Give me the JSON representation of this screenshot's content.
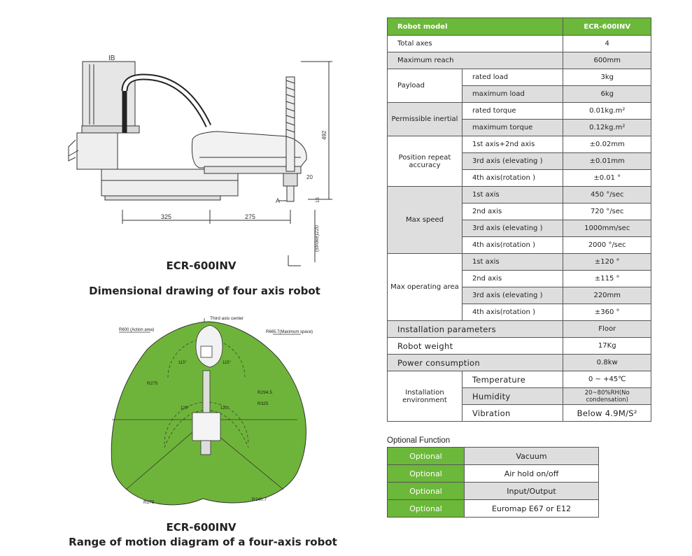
{
  "drawing": {
    "label_ib": "IB",
    "label_a": "A",
    "dim_325": "325",
    "dim_275": "275",
    "dim_492": "492",
    "dim_20": "20",
    "dim_stroke": "(stroke)220",
    "dim_small": "15"
  },
  "top_caption": {
    "model": "ECR-600INV",
    "title": "Dimensional drawing of four axis robot"
  },
  "motion": {
    "third_axis_center": "Third axis center",
    "r600": "R600 (Action area)",
    "r665": "R665.7(Maximum space)",
    "r275_a": "R275",
    "r294": "R294.5",
    "r325": "R325",
    "r275_b": "R275",
    "r240": "R240.7",
    "ang1": "115°",
    "ang2": "115°",
    "ang3": "120°",
    "ang4": "120°"
  },
  "bottom_caption": {
    "model": "ECR-600INV",
    "title": "Range of motion diagram of a four-axis robot"
  },
  "spec": {
    "header": {
      "label": "Robot model",
      "value": "ECR-600INV"
    },
    "total_axes": {
      "label": "Total axes",
      "value": "4"
    },
    "max_reach": {
      "label": "Maximum reach",
      "value": "600mm"
    },
    "payload": {
      "label": "Payload",
      "rated_label": "rated load",
      "rated_value": "3kg",
      "max_label": "maximum load",
      "max_value": "6kg"
    },
    "inertia": {
      "label": "Permissible inertial",
      "rated_label": "rated torque",
      "rated_value": "0.01kg.m²",
      "max_label": "maximum torque",
      "max_value": "0.12kg.m²"
    },
    "repeat": {
      "label": "Position repeat accuracy",
      "r1_label": "1st axis+2nd axis",
      "r1_value": "±0.02mm",
      "r2_label": "3rd axis (elevating )",
      "r2_value": "±0.01mm",
      "r3_label": "4th axis(rotation )",
      "r3_value": "±0.01 °"
    },
    "speed": {
      "label": "Max speed",
      "r1_label": "1st axis",
      "r1_value": "450 °/sec",
      "r2_label": "2nd axis",
      "r2_value": "720 °/sec",
      "r3_label": "3rd axis (elevating )",
      "r3_value": "1000mm/sec",
      "r4_label": "4th axis(rotation )",
      "r4_value": "2000 °/sec"
    },
    "area": {
      "label": "Max operating area",
      "r1_label": "1st axis",
      "r1_value": "±120 °",
      "r2_label": "2nd axis",
      "r2_value": "±115 °",
      "r3_label": "3rd axis (elevating )",
      "r3_value": "220mm",
      "r4_label": "4th axis(rotation )",
      "r4_value": "±360 °"
    },
    "install": {
      "label": "Installation parameters",
      "value": "Floor"
    },
    "weight": {
      "label": "Robot weight",
      "value": "17Kg"
    },
    "power": {
      "label": "Power consumption",
      "value": "0.8kw"
    },
    "env": {
      "label": "Installation environment",
      "t_label": "Temperature",
      "t_value": "0 ~ +45℃",
      "h_label": "Humidity",
      "h_value": "20~80%RH(No condensation)",
      "v_label": "Vibration",
      "v_value": "Below 4.9M/S²"
    }
  },
  "optional": {
    "title": "Optional Function",
    "rows": [
      {
        "tag": "Optional",
        "value": "Vacuum"
      },
      {
        "tag": "Optional",
        "value": "Air hold on/off"
      },
      {
        "tag": "Optional",
        "value": "Input/Output"
      },
      {
        "tag": "Optional",
        "value": "Euromap E67 or E12"
      }
    ]
  },
  "colors": {
    "accent_green": "#6cb83a",
    "area_green": "#6fb43a",
    "row_gray": "#dedede"
  }
}
